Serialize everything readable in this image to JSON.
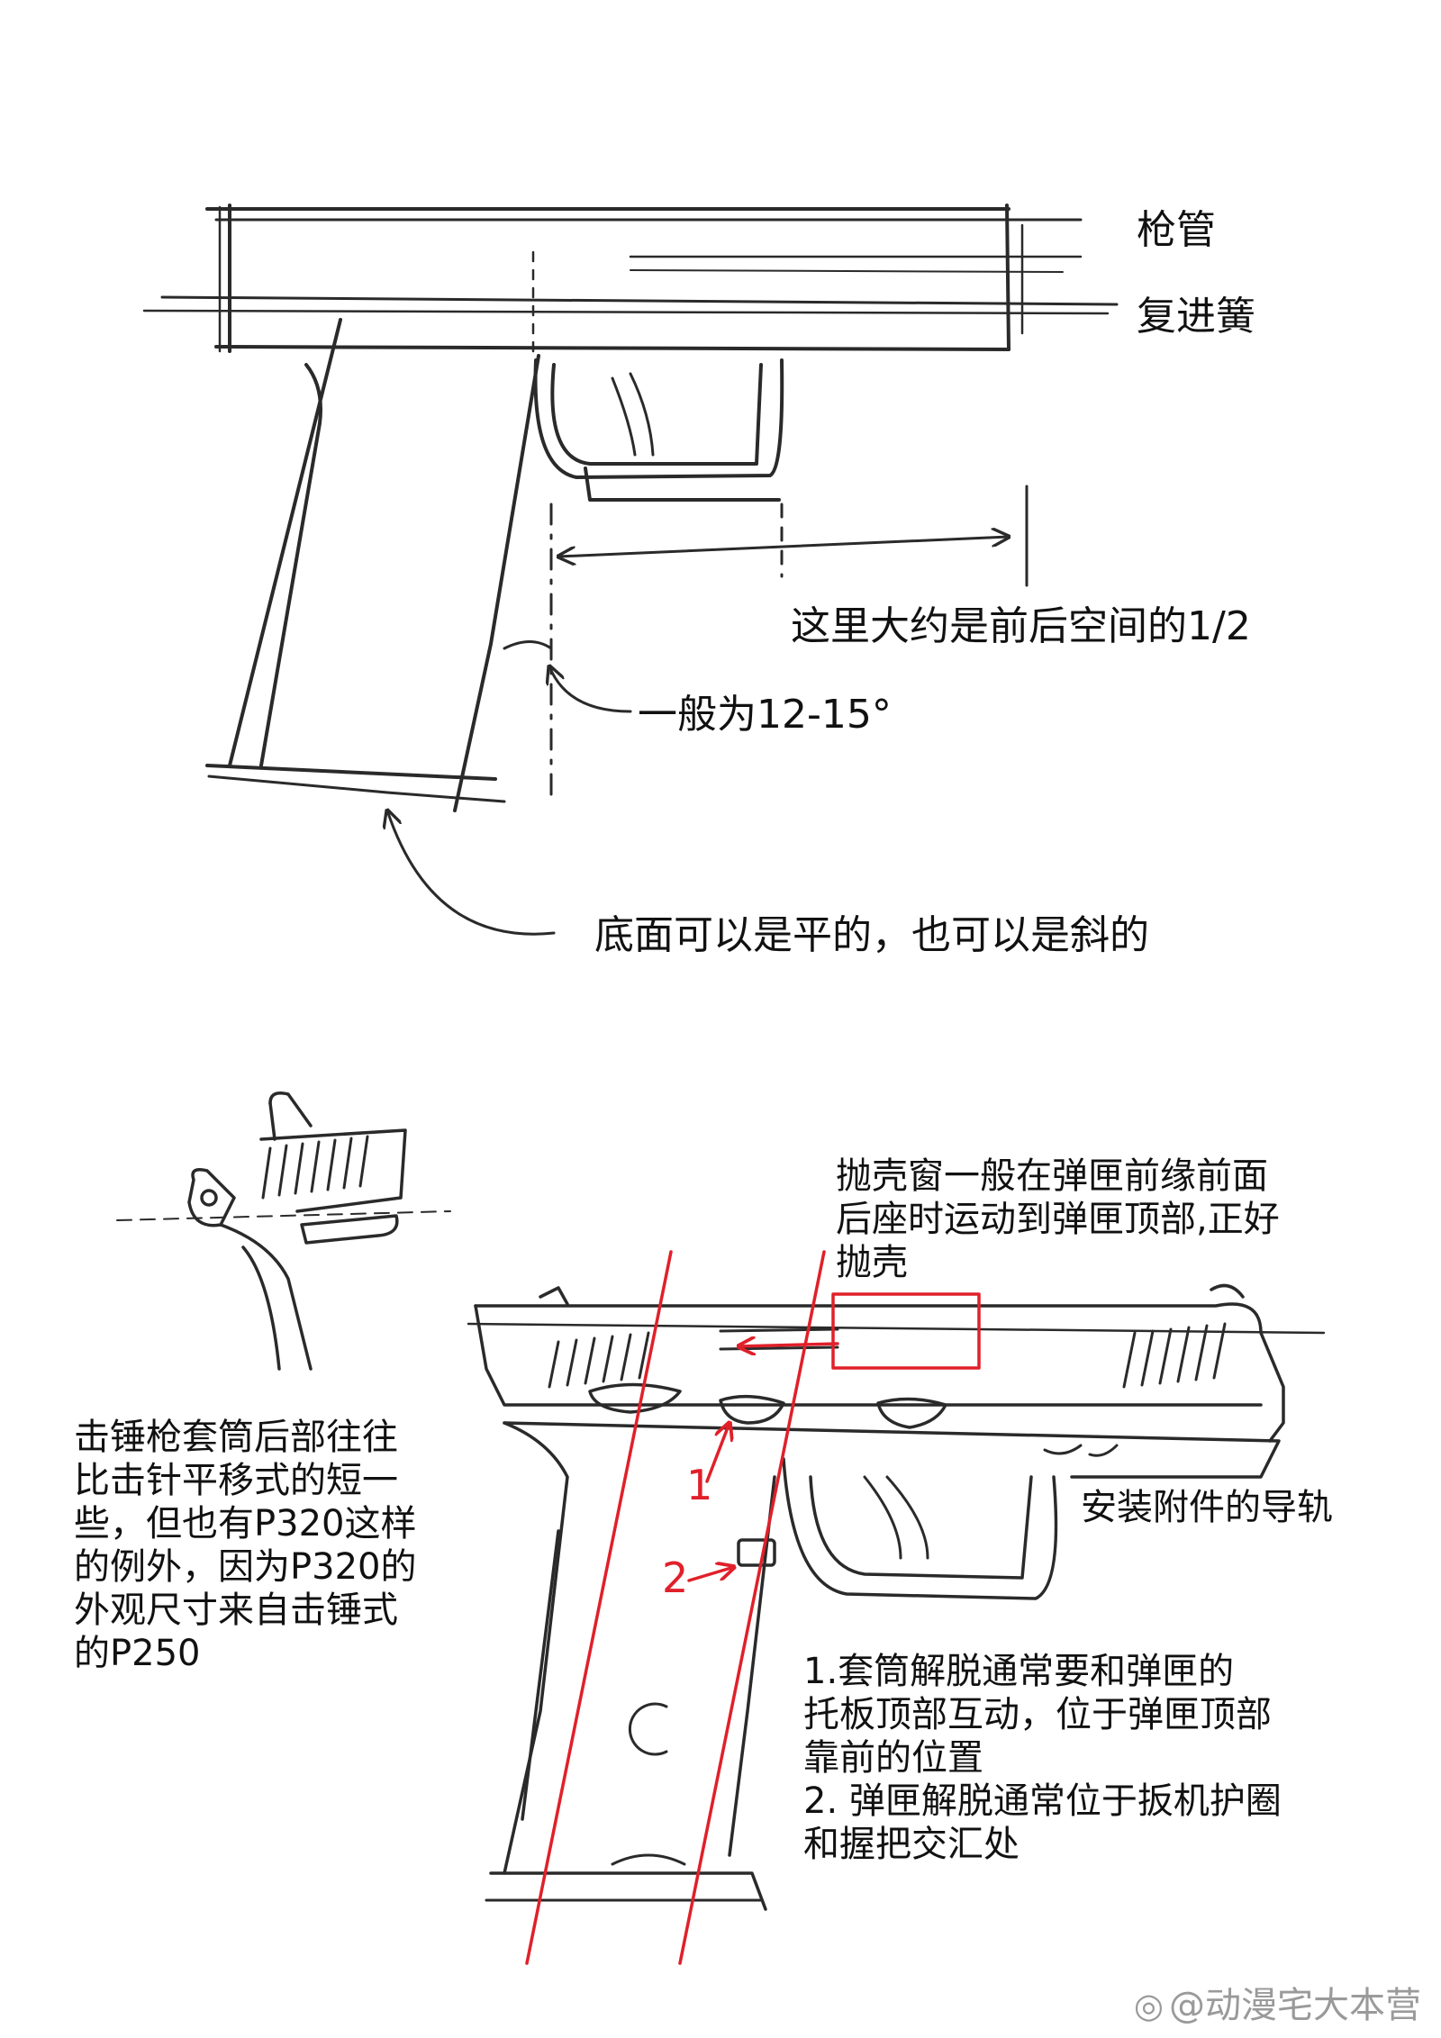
{
  "top_labels": {
    "barrel": "枪管",
    "recoil_spring": "复进簧",
    "half_space": "这里大约是前后空间的1/2",
    "angle": "一般为12-15°",
    "base": "底面可以是平的，也可以是斜的"
  },
  "bottom_labels": {
    "ejection_lines": [
      "抛壳窗一般在弹匣前缘前面",
      "后座时运动到弹匣顶部,正好",
      "抛壳"
    ],
    "hammer_lines": [
      "击锤枪套筒后部往往",
      "比击针平移式的短一",
      "些，但也有P320这样",
      "的例外，因为P320的",
      "外观尺寸来自击锤式",
      "的P250"
    ],
    "rail": "安装附件的导轨",
    "release_lines": [
      "1.套筒解脱通常要和弹匣的",
      "托板顶部互动，位于弹匣顶部",
      "靠前的位置",
      "2. 弹匣解脱通常位于扳机护圈",
      "和握把交汇处"
    ],
    "marker_1": "1",
    "marker_2": "2"
  },
  "watermark": {
    "icon": "weibo-icon",
    "text": "@动漫宅大本营"
  },
  "colors": {
    "sketch": "#2a2a2a",
    "annotation_red": "#e0202a"
  }
}
